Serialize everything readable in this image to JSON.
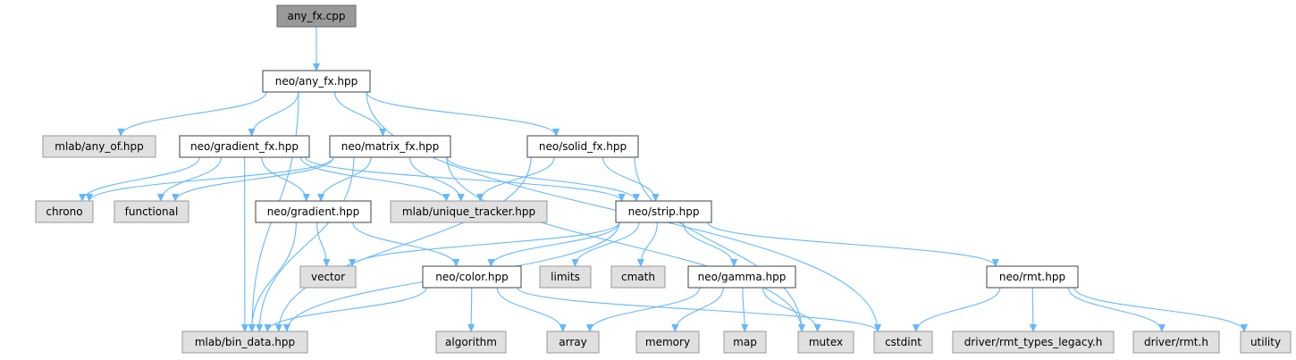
{
  "colors": {
    "edge": "#63b8ff",
    "root_fill": "#999999",
    "root_stroke": "#666666",
    "header_fill": "#ffffff",
    "header_stroke": "#404040",
    "external_fill": "#e0e0e0",
    "external_stroke": "#999999"
  },
  "nodes": [
    {
      "id": "any_fx_cpp",
      "label": "any_fx.cpp",
      "kind": "root"
    },
    {
      "id": "any_fx_hpp",
      "label": "neo/any_fx.hpp",
      "kind": "header"
    },
    {
      "id": "any_of",
      "label": "mlab/any_of.hpp",
      "kind": "external"
    },
    {
      "id": "gradient_fx",
      "label": "neo/gradient_fx.hpp",
      "kind": "header"
    },
    {
      "id": "matrix_fx",
      "label": "neo/matrix_fx.hpp",
      "kind": "header"
    },
    {
      "id": "solid_fx",
      "label": "neo/solid_fx.hpp",
      "kind": "header"
    },
    {
      "id": "chrono",
      "label": "chrono",
      "kind": "external"
    },
    {
      "id": "functional",
      "label": "functional",
      "kind": "external"
    },
    {
      "id": "gradient",
      "label": "neo/gradient.hpp",
      "kind": "header"
    },
    {
      "id": "unique_tracker",
      "label": "mlab/unique_tracker.hpp",
      "kind": "external"
    },
    {
      "id": "strip",
      "label": "neo/strip.hpp",
      "kind": "header"
    },
    {
      "id": "vector",
      "label": "vector",
      "kind": "external"
    },
    {
      "id": "color",
      "label": "neo/color.hpp",
      "kind": "header"
    },
    {
      "id": "limits",
      "label": "limits",
      "kind": "external"
    },
    {
      "id": "cmath",
      "label": "cmath",
      "kind": "external"
    },
    {
      "id": "gamma",
      "label": "neo/gamma.hpp",
      "kind": "header"
    },
    {
      "id": "rmt",
      "label": "neo/rmt.hpp",
      "kind": "header"
    },
    {
      "id": "bin_data",
      "label": "mlab/bin_data.hpp",
      "kind": "external"
    },
    {
      "id": "algorithm",
      "label": "algorithm",
      "kind": "external"
    },
    {
      "id": "array",
      "label": "array",
      "kind": "external"
    },
    {
      "id": "memory",
      "label": "memory",
      "kind": "external"
    },
    {
      "id": "map",
      "label": "map",
      "kind": "external"
    },
    {
      "id": "mutex",
      "label": "mutex",
      "kind": "external"
    },
    {
      "id": "cstdint",
      "label": "cstdint",
      "kind": "external"
    },
    {
      "id": "rmt_types_legacy",
      "label": "driver/rmt_types_legacy.h",
      "kind": "external"
    },
    {
      "id": "driver_rmt",
      "label": "driver/rmt.h",
      "kind": "external"
    },
    {
      "id": "utility",
      "label": "utility",
      "kind": "external"
    }
  ],
  "edges": [
    [
      "any_fx_cpp",
      "any_fx_hpp"
    ],
    [
      "any_fx_hpp",
      "bin_data"
    ],
    [
      "any_fx_hpp",
      "any_of"
    ],
    [
      "any_fx_hpp",
      "gradient_fx"
    ],
    [
      "any_fx_hpp",
      "matrix_fx"
    ],
    [
      "any_fx_hpp",
      "solid_fx"
    ],
    [
      "any_fx_hpp",
      "cstdint"
    ],
    [
      "gradient_fx",
      "bin_data"
    ],
    [
      "gradient_fx",
      "chrono"
    ],
    [
      "gradient_fx",
      "functional"
    ],
    [
      "gradient_fx",
      "gradient"
    ],
    [
      "gradient_fx",
      "unique_tracker"
    ],
    [
      "gradient_fx",
      "strip"
    ],
    [
      "matrix_fx",
      "chrono"
    ],
    [
      "matrix_fx",
      "functional"
    ],
    [
      "matrix_fx",
      "bin_data"
    ],
    [
      "matrix_fx",
      "gradient"
    ],
    [
      "matrix_fx",
      "unique_tracker"
    ],
    [
      "matrix_fx",
      "strip"
    ],
    [
      "matrix_fx",
      "mutex"
    ],
    [
      "solid_fx",
      "unique_tracker"
    ],
    [
      "solid_fx",
      "strip"
    ],
    [
      "solid_fx",
      "bin_data"
    ],
    [
      "solid_fx",
      "mutex"
    ],
    [
      "gradient",
      "vector"
    ],
    [
      "gradient",
      "color"
    ],
    [
      "gradient",
      "bin_data"
    ],
    [
      "strip",
      "vector"
    ],
    [
      "strip",
      "color"
    ],
    [
      "strip",
      "limits"
    ],
    [
      "strip",
      "cmath"
    ],
    [
      "strip",
      "gamma"
    ],
    [
      "strip",
      "rmt"
    ],
    [
      "strip",
      "bin_data"
    ],
    [
      "color",
      "bin_data"
    ],
    [
      "color",
      "algorithm"
    ],
    [
      "color",
      "array"
    ],
    [
      "color",
      "cstdint"
    ],
    [
      "gamma",
      "array"
    ],
    [
      "gamma",
      "memory"
    ],
    [
      "gamma",
      "map"
    ],
    [
      "gamma",
      "mutex"
    ],
    [
      "rmt",
      "cstdint"
    ],
    [
      "rmt",
      "rmt_types_legacy"
    ],
    [
      "rmt",
      "driver_rmt"
    ],
    [
      "rmt",
      "utility"
    ]
  ]
}
